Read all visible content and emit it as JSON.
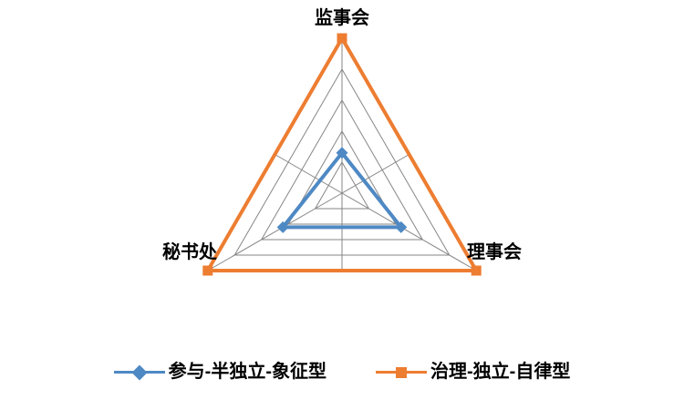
{
  "chart_data": {
    "type": "radar",
    "title": "",
    "categories": [
      "监事会",
      "理事会",
      "秘书处"
    ],
    "series": [
      {
        "name": "参与-半独立-象征型",
        "color": "#4E89C4",
        "marker": "diamond",
        "values": [
          1.3,
          2.2,
          2.2
        ]
      },
      {
        "name": "治理-独立-自律型",
        "color": "#ED7D31",
        "marker": "square",
        "values": [
          5,
          5,
          5
        ]
      }
    ],
    "rlim": [
      0,
      5
    ],
    "rings": 5,
    "grid": true,
    "axis_tick_labels_visible": false,
    "legend_position": "bottom",
    "xlabel": "",
    "ylabel": ""
  },
  "axis_labels": {
    "top": "监事会",
    "right": "理事会",
    "left": "秘书处"
  },
  "legend": {
    "items": [
      {
        "label": "参与-半独立-象征型",
        "color": "#4E89C4",
        "marker": "diamond"
      },
      {
        "label": "治理-独立-自律型",
        "color": "#ED7D31",
        "marker": "square"
      }
    ]
  },
  "colors": {
    "series_blue": "#4E89C4",
    "series_orange": "#ED7D31",
    "grid": "#868686",
    "background": "#FFFFFF",
    "text": "#000000"
  }
}
